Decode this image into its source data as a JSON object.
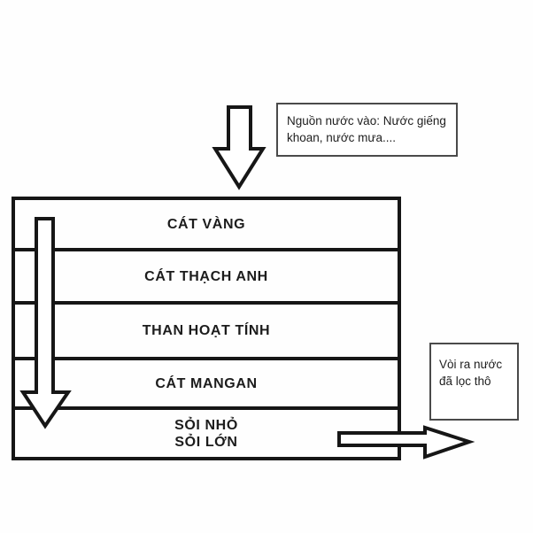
{
  "diagram": {
    "inlet_note": "Nguồn nước vào: Nước giếng khoan, nước mưa....",
    "outlet_note": "Vòi ra nước đã lọc thô",
    "layers": [
      {
        "lines": [
          "CÁT VÀNG"
        ]
      },
      {
        "lines": [
          "CÁT THẠCH ANH"
        ]
      },
      {
        "lines": [
          "THAN HOẠT TÍNH"
        ]
      },
      {
        "lines": [
          "CÁT MANGAN"
        ]
      },
      {
        "lines": [
          "SỎI NHỎ",
          "SỎI LỚN"
        ]
      }
    ],
    "icons": {
      "inlet_arrow": "down-arrow",
      "flow_arrow": "down-arrow",
      "outlet_arrow": "right-arrow"
    },
    "colors": {
      "line": "#161616",
      "background": "#ffffff",
      "note_border": "#4a4a4a"
    }
  }
}
